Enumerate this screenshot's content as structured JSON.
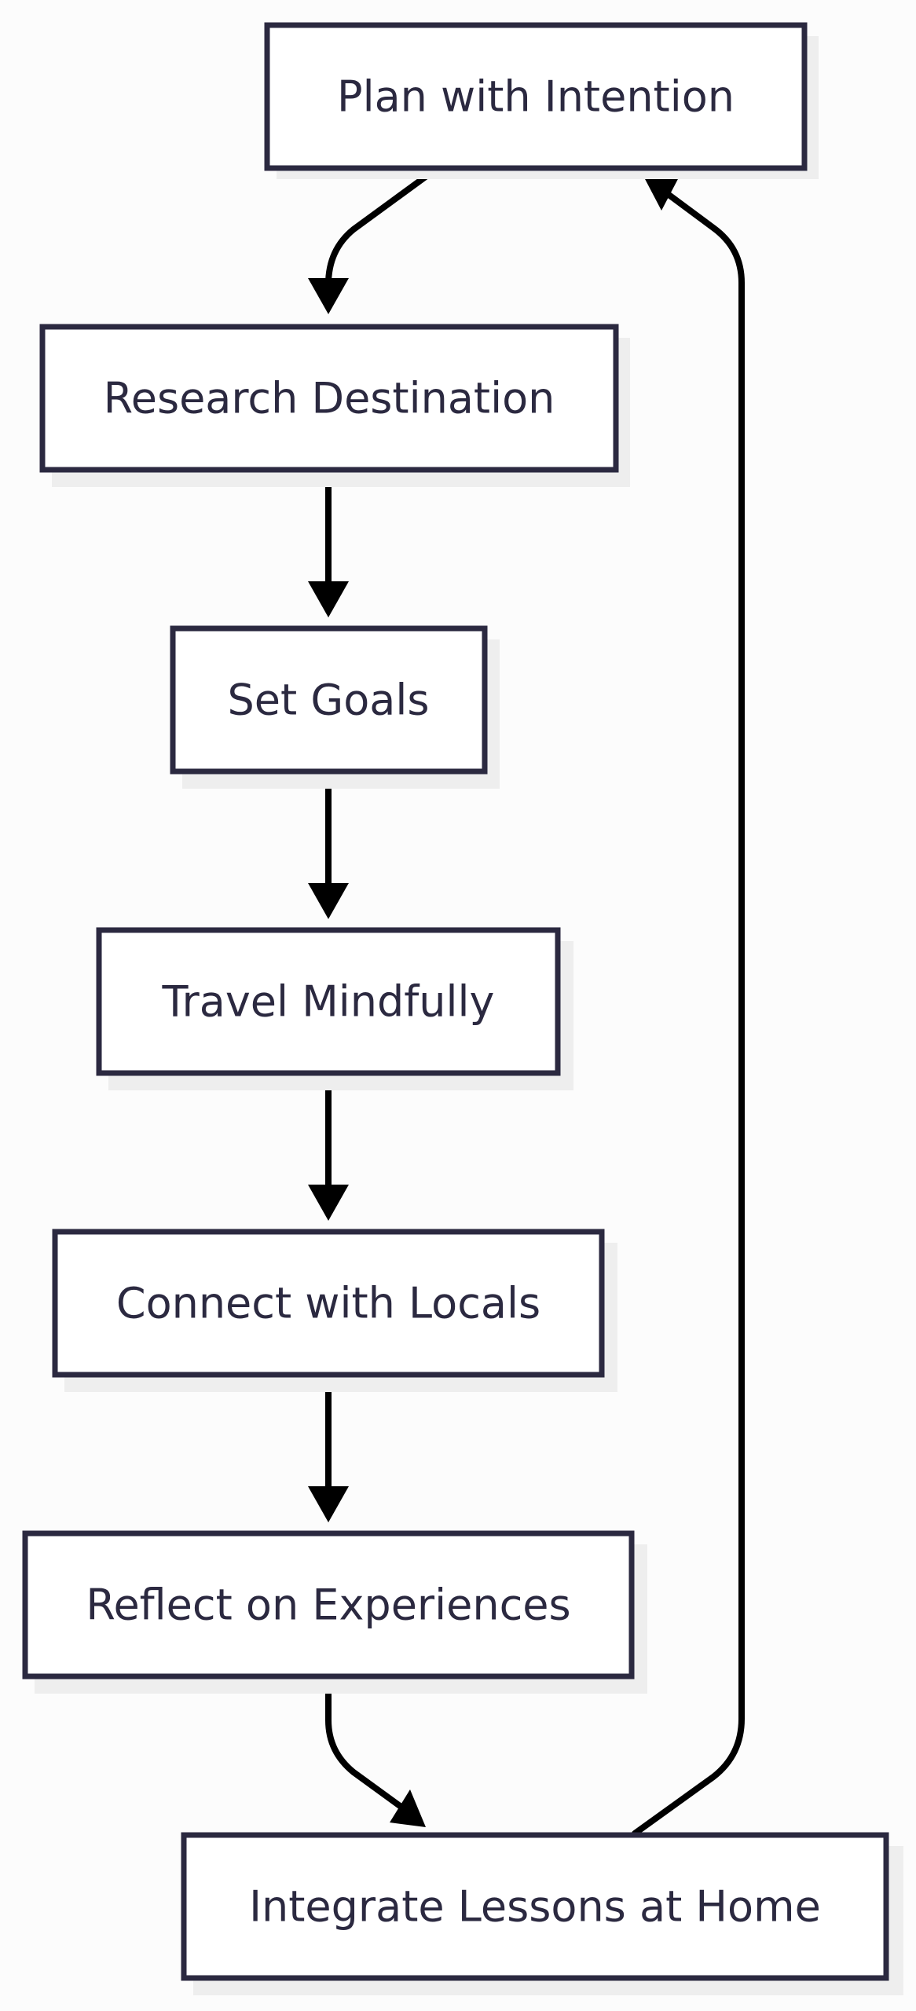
{
  "nodes": [
    {
      "id": "plan",
      "label": "Plan with Intention"
    },
    {
      "id": "research",
      "label": "Research Destination"
    },
    {
      "id": "goals",
      "label": "Set Goals"
    },
    {
      "id": "travel",
      "label": "Travel Mindfully"
    },
    {
      "id": "connect",
      "label": "Connect with Locals"
    },
    {
      "id": "reflect",
      "label": "Reflect on Experiences"
    },
    {
      "id": "integrate",
      "label": "Integrate Lessons at Home"
    }
  ],
  "edges": [
    {
      "from": "plan",
      "to": "research"
    },
    {
      "from": "research",
      "to": "goals"
    },
    {
      "from": "goals",
      "to": "travel"
    },
    {
      "from": "travel",
      "to": "connect"
    },
    {
      "from": "connect",
      "to": "reflect"
    },
    {
      "from": "reflect",
      "to": "integrate"
    },
    {
      "from": "integrate",
      "to": "plan"
    }
  ],
  "colors": {
    "node_border": "#2b2940",
    "node_fill": "#ffffff",
    "node_text": "#2b2940",
    "shadow": "#eeeeee",
    "edge": "#000000",
    "background": "#fcfcfc"
  }
}
